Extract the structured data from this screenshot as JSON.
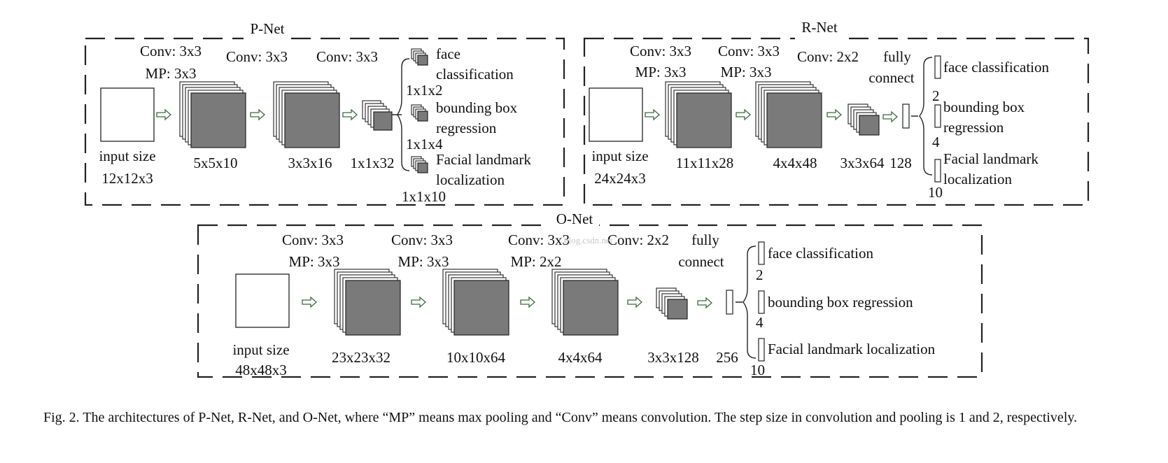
{
  "pnet": {
    "title": "P-Net",
    "input_label": "input size",
    "input_size": "12x12x3",
    "layers": [
      {
        "op1": "Conv: 3x3",
        "op2": "MP: 3x3",
        "out": "5x5x10"
      },
      {
        "op1": "Conv: 3x3",
        "op2": "",
        "out": "3x3x16"
      },
      {
        "op1": "Conv: 3x3",
        "op2": "",
        "out": "1x1x32"
      }
    ],
    "outputs": [
      {
        "line1": "face",
        "line2": "classification",
        "size": "1x1x2"
      },
      {
        "line1": "bounding box",
        "line2": "regression",
        "size": "1x1x4"
      },
      {
        "line1": "Facial landmark",
        "line2": "localization",
        "size": "1x1x10"
      }
    ]
  },
  "rnet": {
    "title": "R-Net",
    "input_label": "input size",
    "input_size": "24x24x3",
    "layers": [
      {
        "op1": "Conv: 3x3",
        "op2": "MP: 3x3",
        "out": "11x11x28"
      },
      {
        "op1": "Conv: 3x3",
        "op2": "MP: 3x3",
        "out": "4x4x48"
      },
      {
        "op1": "Conv: 2x2",
        "op2": "",
        "out": "3x3x64"
      }
    ],
    "fc_label_1": "fully",
    "fc_label_2": "connect",
    "fc_size": "128",
    "outputs": [
      {
        "line1": "face classification",
        "line2": "",
        "size": "2"
      },
      {
        "line1": "bounding box",
        "line2": "regression",
        "size": "4"
      },
      {
        "line1": "Facial landmark",
        "line2": "localization",
        "size": "10"
      }
    ]
  },
  "onet": {
    "title": "O-Net",
    "input_label": "input size",
    "input_size": "48x48x3",
    "layers": [
      {
        "op1": "Conv: 3x3",
        "op2": "MP: 3x3",
        "out": "23x23x32"
      },
      {
        "op1": "Conv: 3x3",
        "op2": "MP: 3x3",
        "out": "10x10x64"
      },
      {
        "op1": "Conv: 3x3",
        "op2": "MP: 2x2",
        "out": "4x4x64"
      },
      {
        "op1": "Conv: 2x2",
        "op2": "",
        "out": "3x3x128"
      }
    ],
    "fc_label_1": "fully",
    "fc_label_2": "connect",
    "fc_size": "256",
    "outputs": [
      {
        "line1": "face classification",
        "size": "2"
      },
      {
        "line1": "bounding box regression",
        "size": "4"
      },
      {
        "line1": "Facial landmark localization",
        "size": "10"
      }
    ]
  },
  "watermark": "blog.csdn.net",
  "caption": "Fig. 2.  The architectures of P-Net, R-Net, and O-Net, where “MP” means max pooling and “Conv” means convolution. The step size in convolution and pooling is 1 and 2, respectively."
}
